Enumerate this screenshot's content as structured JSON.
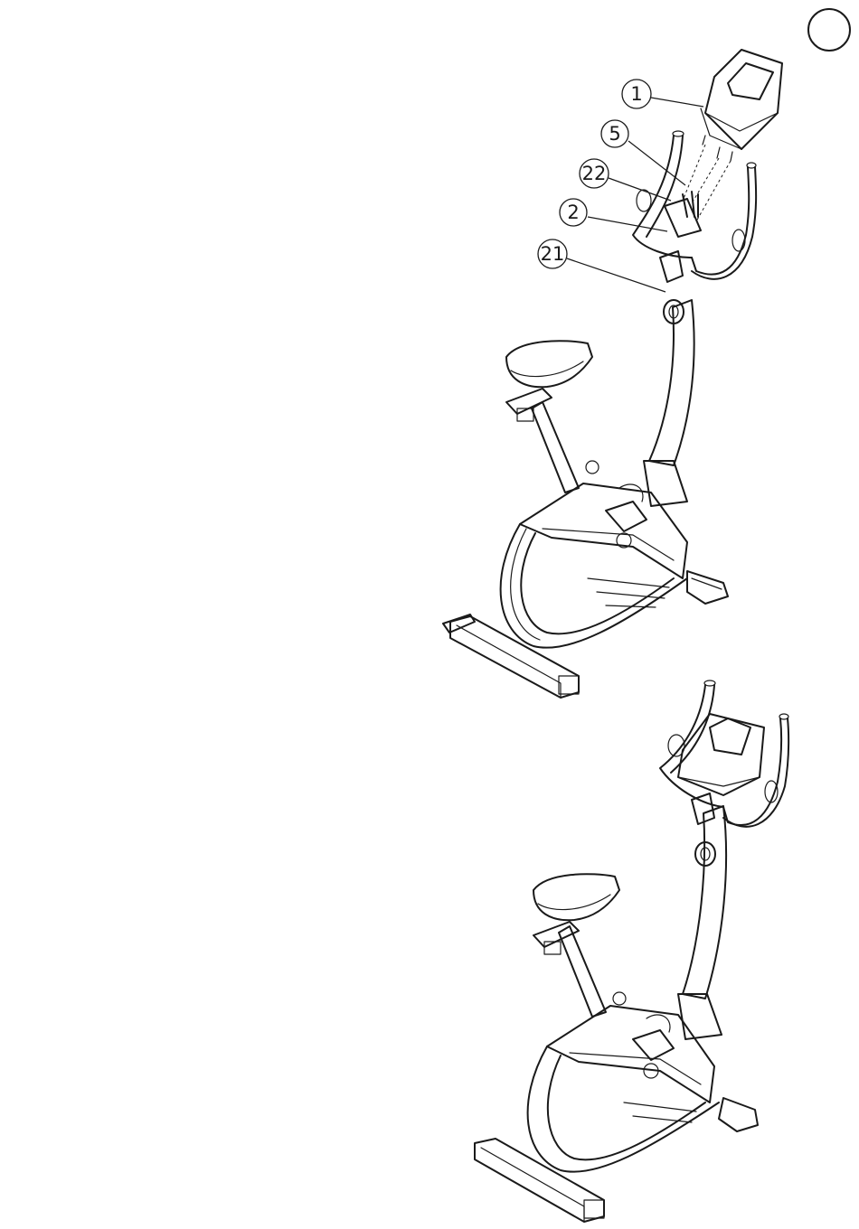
{
  "callouts": [
    {
      "id": "console",
      "label": "1"
    },
    {
      "id": "screws",
      "label": "5"
    },
    {
      "id": "washers",
      "label": "22"
    },
    {
      "id": "plate",
      "label": "2"
    },
    {
      "id": "knob",
      "label": "21"
    }
  ],
  "colors": {
    "ink": "#1a1a1a",
    "paper": "#ffffff"
  }
}
